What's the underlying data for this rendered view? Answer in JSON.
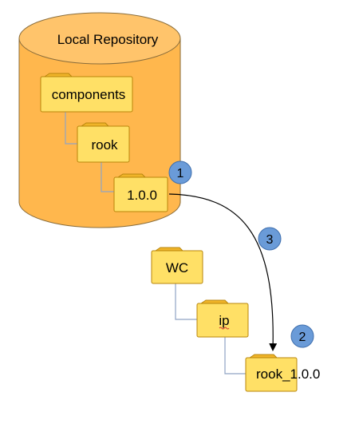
{
  "repository": {
    "title": "Local Repository"
  },
  "repo_folders": [
    {
      "label": "components"
    },
    {
      "label": "rook"
    },
    {
      "label": "1.0.0"
    }
  ],
  "wc_folders": [
    {
      "label": "WC"
    },
    {
      "label": "ip"
    },
    {
      "label": "rook_1.0.0"
    }
  ],
  "badges": [
    {
      "label": "1"
    },
    {
      "label": "2"
    },
    {
      "label": "3"
    }
  ],
  "colors": {
    "cylinder_fill": "#ffb74d",
    "cylinder_stroke": "#8a6d3b",
    "folder_front": "#ffe066",
    "folder_back": "#f0b429",
    "folder_stroke": "#b8860b",
    "badge_fill": "#6a9bd8",
    "badge_stroke": "#3f6fae",
    "connector": "#90a4c4",
    "arrow": "#000000"
  }
}
